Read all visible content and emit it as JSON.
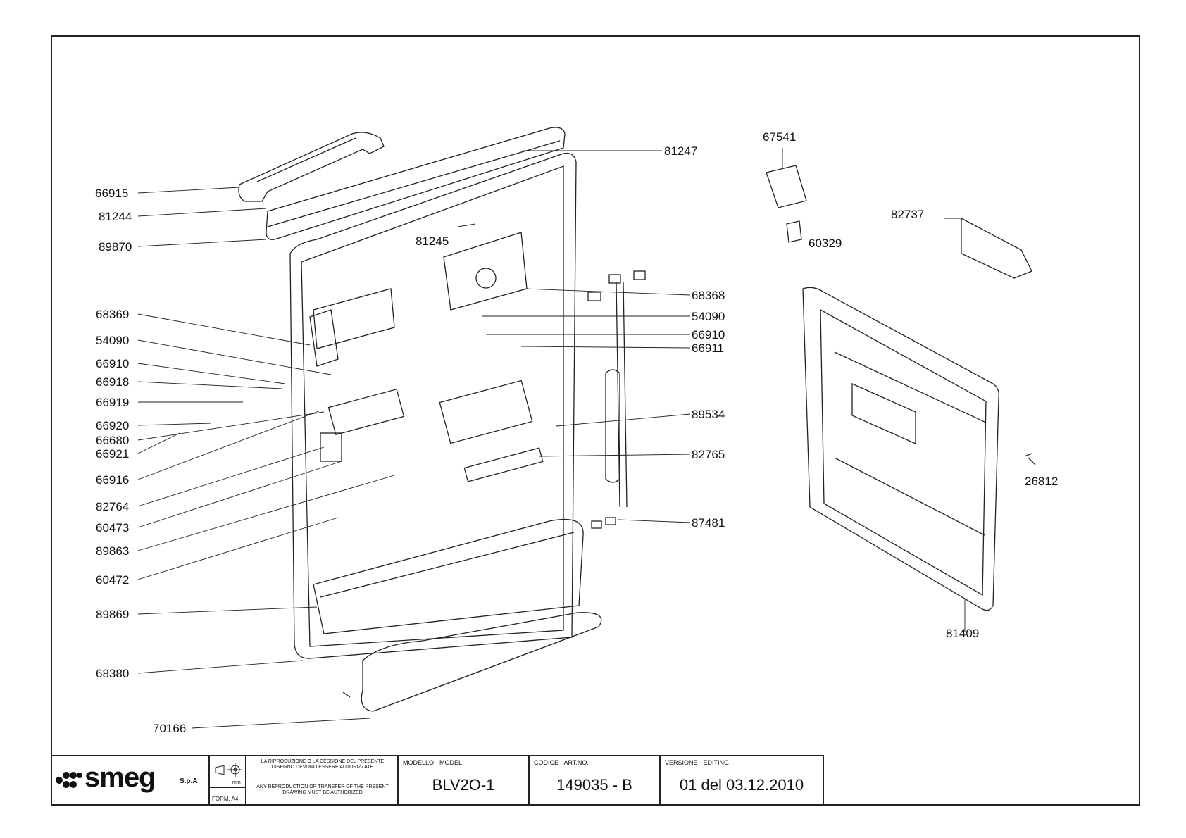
{
  "parts": [
    {
      "id": "p1",
      "code": "66915"
    },
    {
      "id": "p2",
      "code": "81244"
    },
    {
      "id": "p3",
      "code": "89870"
    },
    {
      "id": "p4",
      "code": "68369"
    },
    {
      "id": "p5",
      "code": "54090"
    },
    {
      "id": "p6",
      "code": "66910"
    },
    {
      "id": "p7",
      "code": "66918"
    },
    {
      "id": "p8",
      "code": "66919"
    },
    {
      "id": "p9",
      "code": "66920"
    },
    {
      "id": "p10",
      "code": "66680"
    },
    {
      "id": "p11",
      "code": "66921"
    },
    {
      "id": "p12",
      "code": "66916"
    },
    {
      "id": "p13",
      "code": "82764"
    },
    {
      "id": "p14",
      "code": "60473"
    },
    {
      "id": "p15",
      "code": "89863"
    },
    {
      "id": "p16",
      "code": "60472"
    },
    {
      "id": "p17",
      "code": "89869"
    },
    {
      "id": "p18",
      "code": "68380"
    },
    {
      "id": "p19",
      "code": "70166"
    },
    {
      "id": "p20",
      "code": "81247"
    },
    {
      "id": "p21",
      "code": "81245"
    },
    {
      "id": "p22",
      "code": "68368"
    },
    {
      "id": "p23",
      "code": "54090"
    },
    {
      "id": "p24",
      "code": "66910"
    },
    {
      "id": "p25",
      "code": "66911"
    },
    {
      "id": "p26",
      "code": "89534"
    },
    {
      "id": "p27",
      "code": "82765"
    },
    {
      "id": "p28",
      "code": "87481"
    },
    {
      "id": "p29",
      "code": "67541"
    },
    {
      "id": "p30",
      "code": "60329"
    },
    {
      "id": "p31",
      "code": "82737"
    },
    {
      "id": "p32",
      "code": "26812"
    },
    {
      "id": "p33",
      "code": "81409"
    }
  ],
  "title_block": {
    "company": "smeg",
    "company_suffix": "S.p.A",
    "units": "mm",
    "format": "FORM. A4",
    "notice_it": "LA RIPRODUZIONE O LA CESSIONE DEL PRESENTE DISEGNO DEVONO ESSERE AUTORIZZATE",
    "notice_en": "ANY REPRODUCTION OR TRANSFER OF THE PRESENT DRAWING MUST BE AUTHORIZED",
    "model_label": "MODELLO - MODEL",
    "model_value": "BLV2O-1",
    "code_label": "CODICE - ART.NO.",
    "code_value": "149035 - B",
    "version_label": "VERSIONE - EDITING",
    "version_value": "01 del 03.12.2010"
  }
}
